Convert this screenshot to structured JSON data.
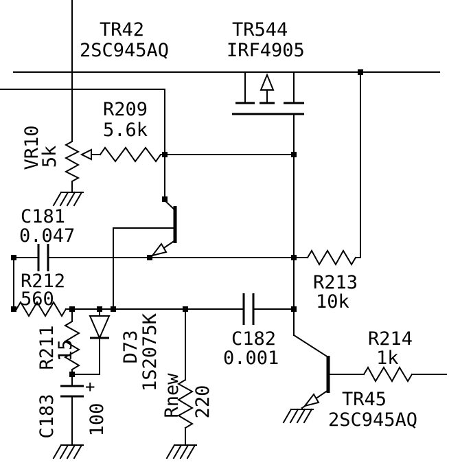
{
  "title": "power-regulator-schematic",
  "colors": {
    "wire": "#000000",
    "background": "#ffffff"
  },
  "components": {
    "tr42": {
      "ref": "TR42",
      "part": "2SC945AQ"
    },
    "tr544": {
      "ref": "TR544",
      "part": "IRF4905"
    },
    "tr45": {
      "ref": "TR45",
      "part": "2SC945AQ"
    },
    "vr10": {
      "ref": "VR10",
      "value": "5k"
    },
    "r209": {
      "ref": "R209",
      "value": "5.6k"
    },
    "r211": {
      "ref": "R211",
      "value": "15"
    },
    "r212": {
      "ref": "R212",
      "value": "560"
    },
    "r213": {
      "ref": "R213",
      "value": "10k"
    },
    "r214": {
      "ref": "R214",
      "value": "1k"
    },
    "rnew": {
      "ref": "Rnew",
      "value": "220"
    },
    "c181": {
      "ref": "C181",
      "value": "0.047"
    },
    "c182": {
      "ref": "C182",
      "value": "0.001"
    },
    "c183": {
      "ref": "C183",
      "value": "100",
      "polarity": "+"
    },
    "d73": {
      "ref": "D73",
      "part": "1S2075K"
    }
  }
}
